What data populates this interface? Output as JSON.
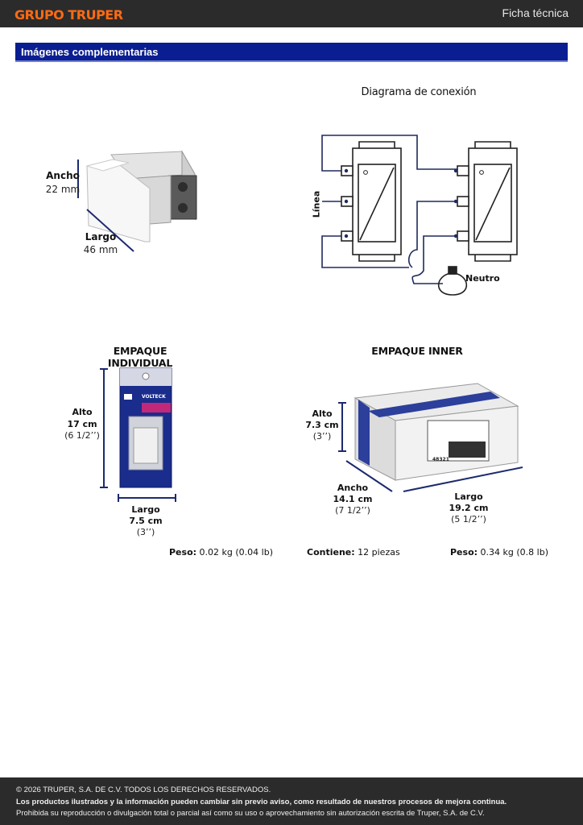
{
  "header": {
    "brand": "GRUPO TRUPER",
    "doc_type": "Ficha técnica"
  },
  "section": {
    "title": "Imágenes complementarias"
  },
  "product": {
    "ancho_label": "Ancho",
    "ancho_value": "22 mm",
    "largo_label": "Largo",
    "largo_value": "46 mm"
  },
  "diagram": {
    "title": "Diagrama de conexión",
    "linea_label": "Línea",
    "neutro_label": "Neutro"
  },
  "individual": {
    "title": "EMPAQUE INDIVIDUAL",
    "alto_label": "Alto",
    "alto_cm": "17 cm",
    "alto_in": "(6 1/2’’)",
    "largo_label": "Largo",
    "largo_cm": "7.5 cm",
    "largo_in": "(3’’)",
    "peso_label": "Peso:",
    "peso_value": "0.02 kg (0.04 lb)",
    "pkg_brand": "VOLTECK"
  },
  "inner": {
    "title": "EMPAQUE INNER",
    "alto_label": "Alto",
    "alto_cm": "7.3 cm",
    "alto_in": "(3’’)",
    "ancho_label": "Ancho",
    "ancho_cm": "14.1 cm",
    "ancho_in": "(7 1/2’’)",
    "largo_label": "Largo",
    "largo_cm": "19.2 cm",
    "largo_in": "(5 1/2’’)",
    "contiene_label": "Contiene:",
    "contiene_value": "12 piezas",
    "peso_label": "Peso:",
    "peso_value": "0.34 kg (0.8 lb)",
    "box_code": "48321"
  },
  "footer": {
    "copyright": "© 2026 TRUPER, S.A. DE C.V. TODOS LOS DERECHOS RESERVADOS.",
    "notice": "Los productos ilustrados y la información pueden cambiar sin previo aviso, como resultado de nuestros procesos de mejora continua.",
    "prohibition": "Prohibida su reproducción o divulgación total o parcial así como su uso o aprovechamiento sin autorización escrita de Truper, S.A. de C.V."
  },
  "colors": {
    "brand_orange": "#ff6a13",
    "section_blue": "#0a1e91",
    "dimension_navy": "#1c2a6e",
    "dark_bar": "#2b2b2b"
  }
}
